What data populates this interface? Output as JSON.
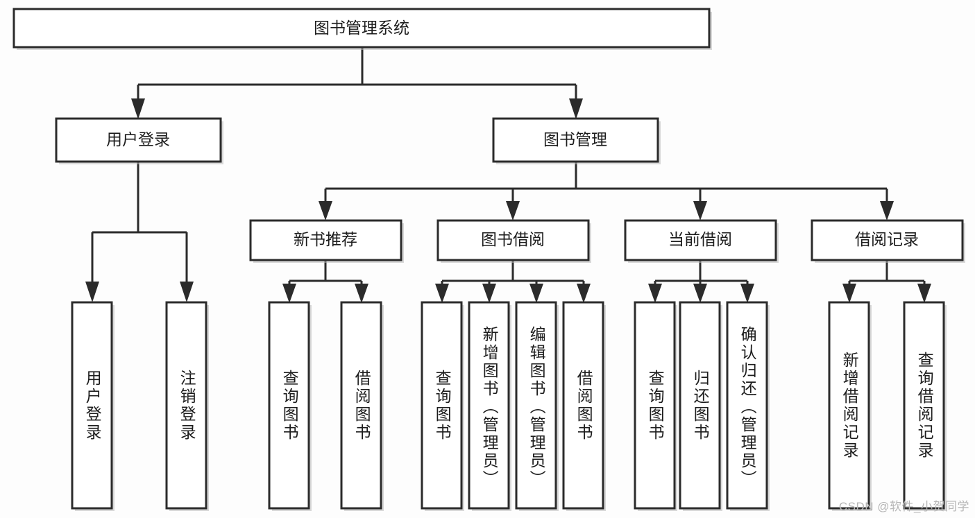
{
  "diagram": {
    "title": "图书管理系统",
    "type": "tree",
    "background_color": "#fdfdfd",
    "line_color": "#2b2b2b",
    "box_fill_color": "#ffffff",
    "text_color": "#1d1d1d",
    "watermark": "CSDN @软件_小贺同学",
    "root": {
      "id": "root",
      "label": "图书管理系统",
      "orientation": "horizontal"
    },
    "level2": [
      {
        "id": "user-login",
        "label": "用户登录",
        "orientation": "horizontal"
      },
      {
        "id": "book-manage",
        "label": "图书管理",
        "orientation": "horizontal"
      }
    ],
    "level3": [
      {
        "id": "new-book-recommend",
        "label": "新书推荐",
        "parent": "book-manage",
        "orientation": "horizontal"
      },
      {
        "id": "book-borrow",
        "label": "图书借阅",
        "parent": "book-manage",
        "orientation": "horizontal"
      },
      {
        "id": "current-borrow",
        "label": "当前借阅",
        "parent": "book-manage",
        "orientation": "horizontal"
      },
      {
        "id": "borrow-record",
        "label": "借阅记录",
        "parent": "book-manage",
        "orientation": "horizontal"
      }
    ],
    "leaves": [
      {
        "id": "leaf-user-login",
        "label": "用户登录",
        "parent": "user-login",
        "orientation": "vertical"
      },
      {
        "id": "leaf-user-logout",
        "label": "注销登录",
        "parent": "user-login",
        "orientation": "vertical"
      },
      {
        "id": "leaf-query-book-1",
        "label": "查询图书",
        "parent": "new-book-recommend",
        "orientation": "vertical"
      },
      {
        "id": "leaf-borrow-book-1",
        "label": "借阅图书",
        "parent": "new-book-recommend",
        "orientation": "vertical"
      },
      {
        "id": "leaf-query-book-2",
        "label": "查询图书",
        "parent": "book-borrow",
        "orientation": "vertical"
      },
      {
        "id": "leaf-add-book",
        "label": "新增图书（管理员）",
        "parent": "book-borrow",
        "orientation": "vertical"
      },
      {
        "id": "leaf-edit-book",
        "label": "编辑图书（管理员）",
        "parent": "book-borrow",
        "orientation": "vertical"
      },
      {
        "id": "leaf-borrow-book-2",
        "label": "借阅图书",
        "parent": "book-borrow",
        "orientation": "vertical"
      },
      {
        "id": "leaf-query-book-3",
        "label": "查询图书",
        "parent": "current-borrow",
        "orientation": "vertical"
      },
      {
        "id": "leaf-return-book",
        "label": "归还图书",
        "parent": "current-borrow",
        "orientation": "vertical"
      },
      {
        "id": "leaf-confirm-return",
        "label": "确认归还（管理员）",
        "parent": "current-borrow",
        "orientation": "vertical"
      },
      {
        "id": "leaf-add-record",
        "label": "新增借阅记录",
        "parent": "borrow-record",
        "orientation": "vertical"
      },
      {
        "id": "leaf-query-record",
        "label": "查询借阅记录",
        "parent": "borrow-record",
        "orientation": "vertical"
      }
    ]
  }
}
